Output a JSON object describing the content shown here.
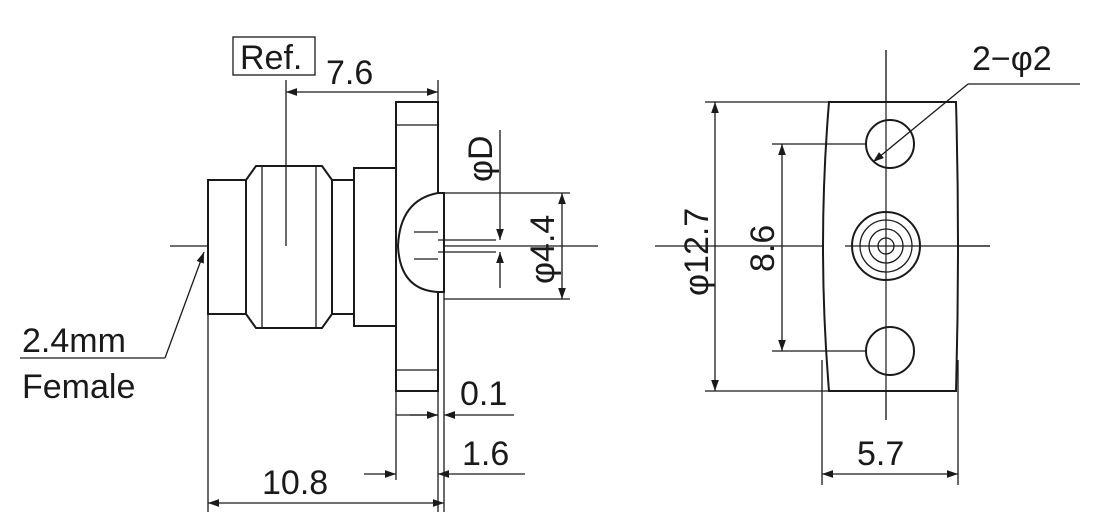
{
  "side_view": {
    "ref_label": "Ref.",
    "dim_ref_length": "7.6",
    "dim_pin_diameter": "φD",
    "dim_dielectric_diameter": "φ4.4",
    "connector_type_line1": "2.4mm",
    "connector_type_line2": "Female",
    "dim_gap": "0.1",
    "dim_flange_thickness": "1.6",
    "dim_overall_length": "10.8"
  },
  "front_view": {
    "dim_holes": "2−φ2",
    "dim_flange_height": "φ12.7",
    "dim_hole_spacing": "8.6",
    "dim_flange_width": "5.7"
  }
}
